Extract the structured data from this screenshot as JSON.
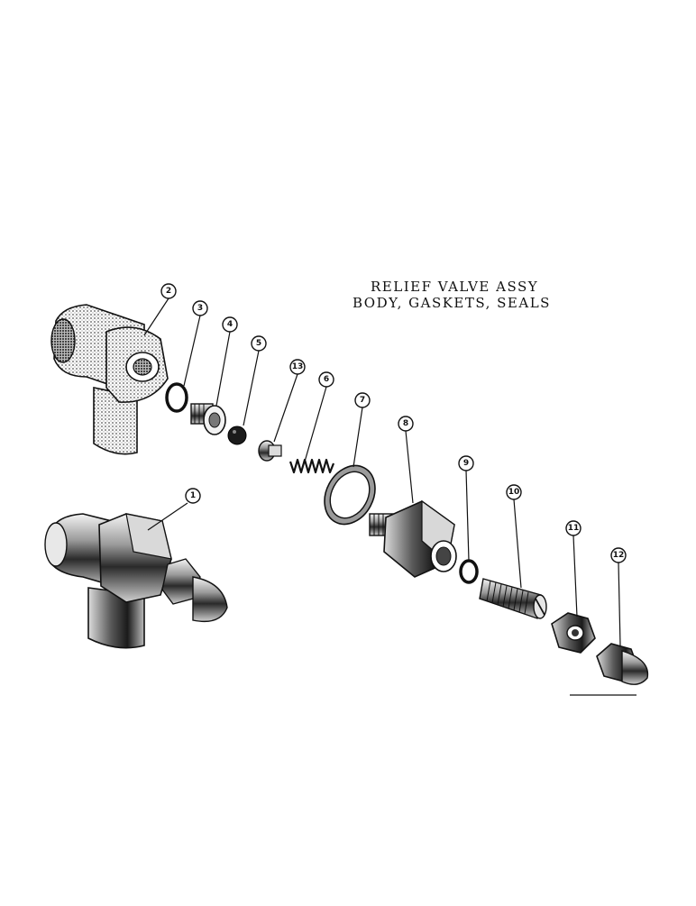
{
  "title": {
    "line1": "RELIEF VALVE ASSY",
    "line2": "BODY, GASKETS, SEALS"
  },
  "callouts": [
    "1",
    "2",
    "3",
    "4",
    "5",
    "6",
    "7",
    "8",
    "9",
    "10",
    "11",
    "12",
    "13"
  ],
  "colors": {
    "ink": "#111111",
    "paper": "#ffffff",
    "shade": "#888888"
  }
}
